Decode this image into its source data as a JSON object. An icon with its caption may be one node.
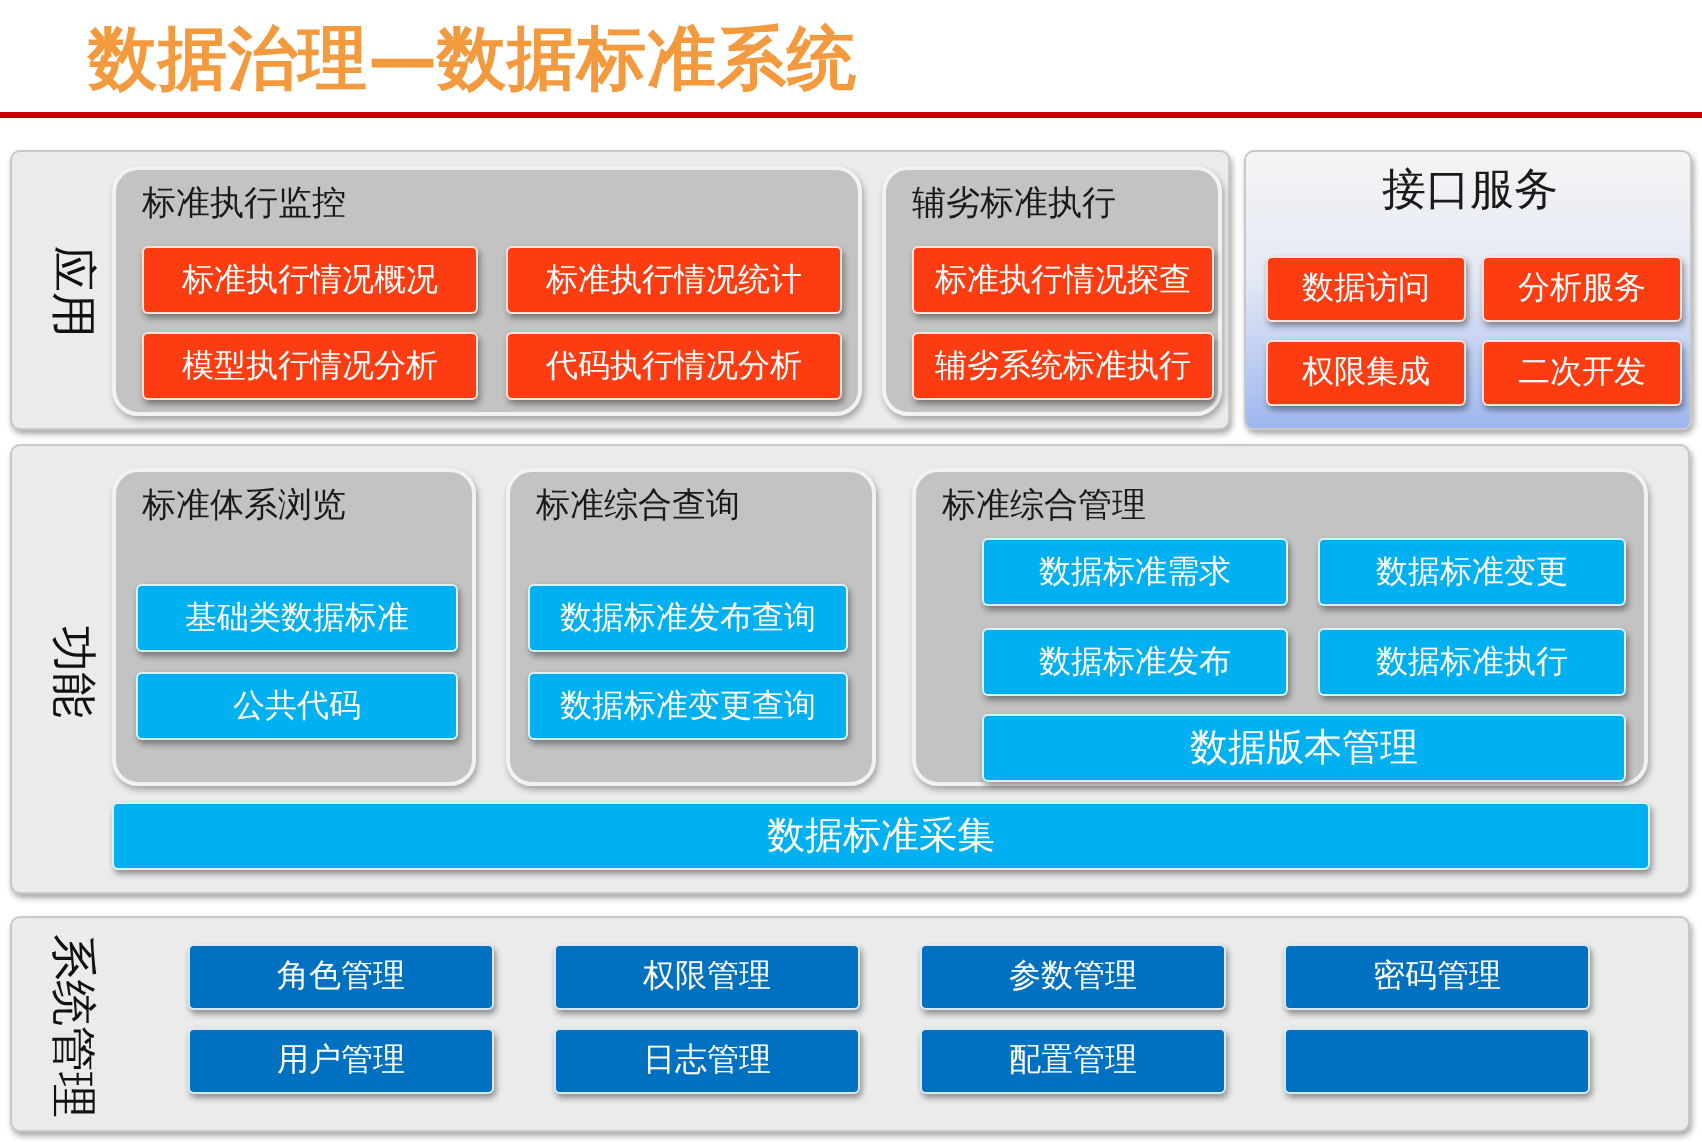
{
  "diagram": {
    "title": "数据治理—数据标准系统",
    "nodes": [
      {
        "text": [
          "应用"
        ]
      },
      {
        "text": [
          "标准执行监控"
        ],
        "in": 0
      },
      {
        "text": [
          "标准执行情况概况"
        ],
        "in": 1
      },
      {
        "text": [
          "标准执行情况统计"
        ],
        "in": 1
      },
      {
        "text": [
          "模型执行情况分析"
        ],
        "in": 1
      },
      {
        "text": [
          "代码执行情况分析"
        ],
        "in": 1
      },
      {
        "text": [
          "辅劣标准执行"
        ],
        "in": 0
      },
      {
        "text": [
          "标准执行情况探查"
        ],
        "in": 6
      },
      {
        "text": [
          "辅劣系统标准执行"
        ],
        "in": 6
      },
      {
        "text": [
          "接口服务"
        ]
      },
      {
        "text": [
          "数据访问"
        ],
        "in": 9
      },
      {
        "text": [
          "分析服务"
        ],
        "in": 9
      },
      {
        "text": [
          "权限集成"
        ],
        "in": 9
      },
      {
        "text": [
          "二次开发"
        ],
        "in": 9
      },
      {
        "text": [
          "功能"
        ]
      },
      {
        "text": [
          "标准体系浏览"
        ],
        "in": 14
      },
      {
        "text": [
          "基础类数据标准"
        ],
        "in": 15
      },
      {
        "text": [
          "公共代码"
        ],
        "in": 15
      },
      {
        "text": [
          "标准综合查询"
        ],
        "in": 14
      },
      {
        "text": [
          "数据标准发布查询"
        ],
        "in": 18
      },
      {
        "text": [
          "数据标准变更查询"
        ],
        "in": 18
      },
      {
        "text": [
          "标准综合管理"
        ],
        "in": 14
      },
      {
        "text": [
          "数据标准需求"
        ],
        "in": 21
      },
      {
        "text": [
          "数据标准变更"
        ],
        "in": 21
      },
      {
        "text": [
          "数据标准发布"
        ],
        "in": 21
      },
      {
        "text": [
          "数据标准执行"
        ],
        "in": 21
      },
      {
        "text": [
          "数据版本管理"
        ],
        "in": 21
      },
      {
        "text": [
          "数据标准采集"
        ],
        "in": 14
      },
      {
        "text": [
          "系统管理"
        ]
      },
      {
        "text": [
          "角色管理"
        ],
        "in": 28
      },
      {
        "text": [
          "权限管理"
        ],
        "in": 28
      },
      {
        "text": [
          "参数管理"
        ],
        "in": 28
      },
      {
        "text": [
          "密码管理"
        ],
        "in": 28
      },
      {
        "text": [
          "用户管理"
        ],
        "in": 28
      },
      {
        "text": [
          "日志管理"
        ],
        "in": 28
      },
      {
        "text": [
          "配置管理"
        ],
        "in": 28
      },
      {
        "text": [],
        "shape": "box",
        "in": 28
      }
    ],
    "edges": []
  }
}
